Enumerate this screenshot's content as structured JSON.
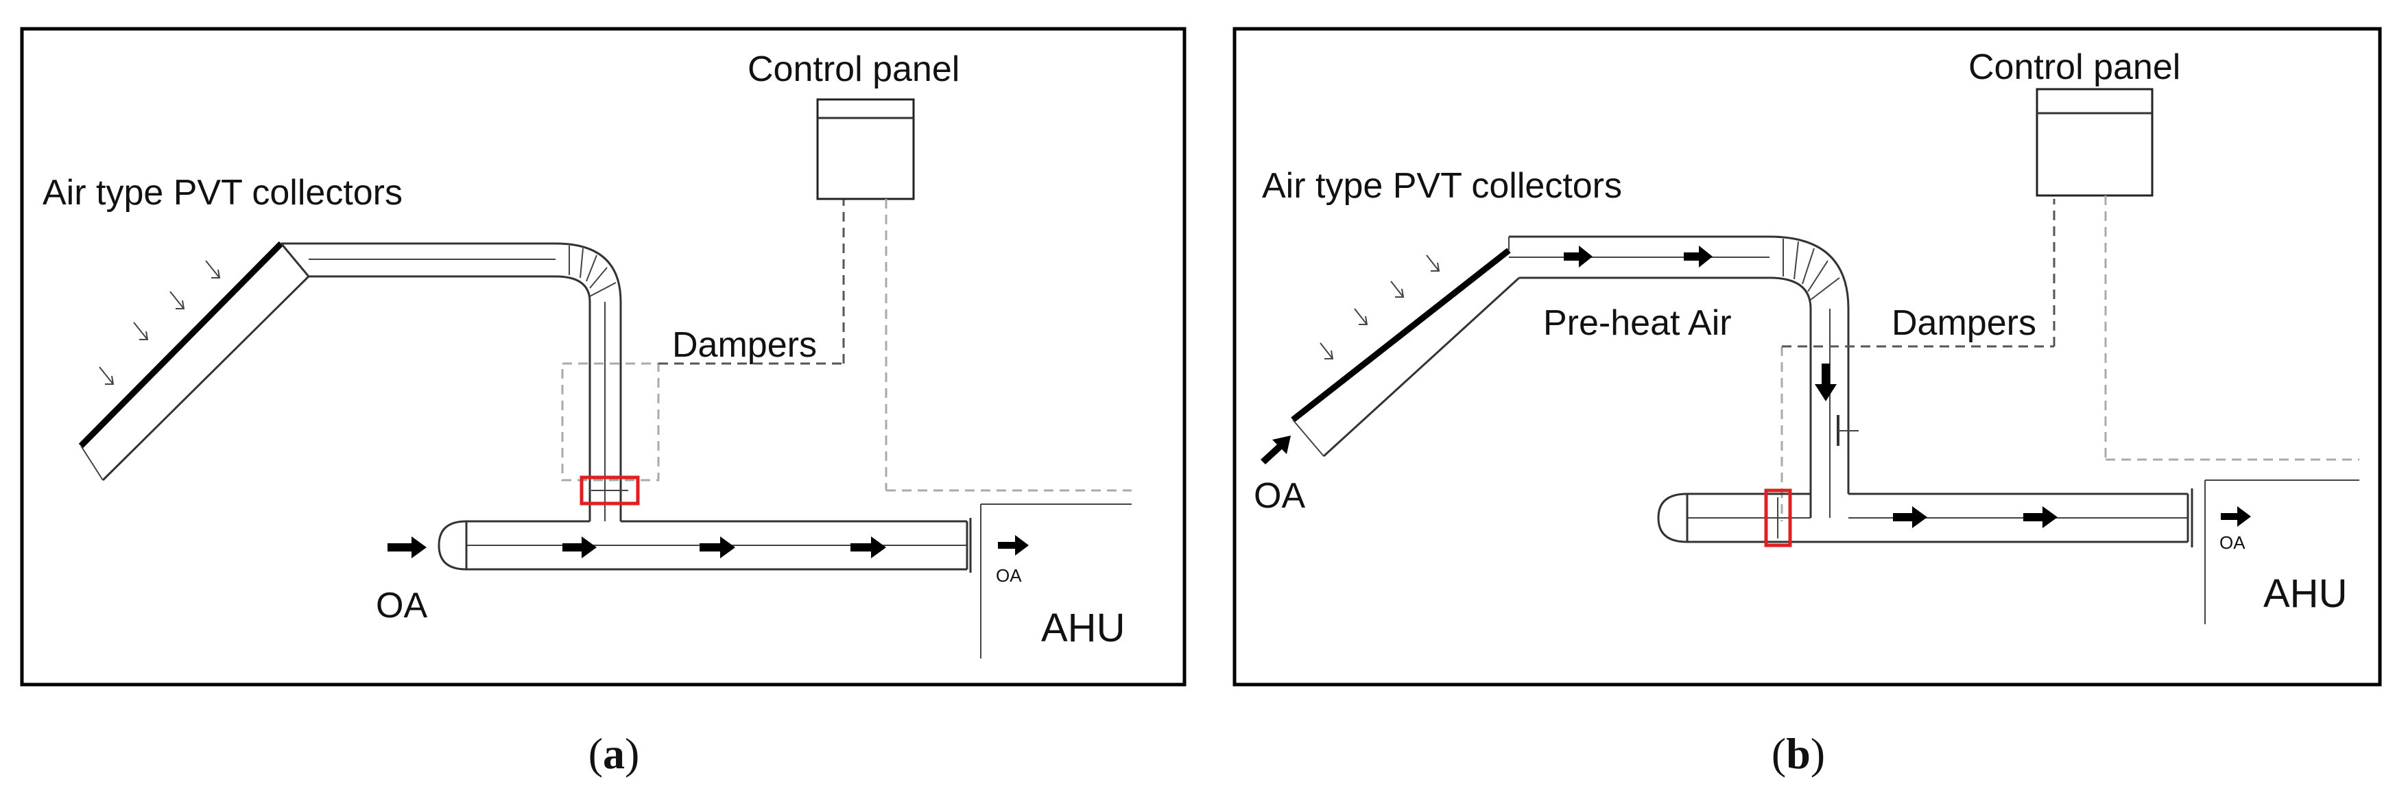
{
  "panels": [
    {
      "id": "a",
      "caption": "a",
      "labels": {
        "collectors": "Air type PVT collectors",
        "control_panel": "Control panel",
        "dampers": "Dampers",
        "oa_inlet": "OA",
        "oa_outlet": "OA",
        "ahu": "AHU"
      }
    },
    {
      "id": "b",
      "caption": "b",
      "labels": {
        "collectors": "Air type PVT collectors",
        "control_panel": "Control panel",
        "dampers": "Dampers",
        "preheat": "Pre-heat Air",
        "oa_inlet": "OA",
        "oa_outlet": "OA",
        "ahu": "AHU"
      }
    }
  ],
  "colors": {
    "frame": "#000000",
    "highlight": "#e02020",
    "line": "#333333"
  }
}
